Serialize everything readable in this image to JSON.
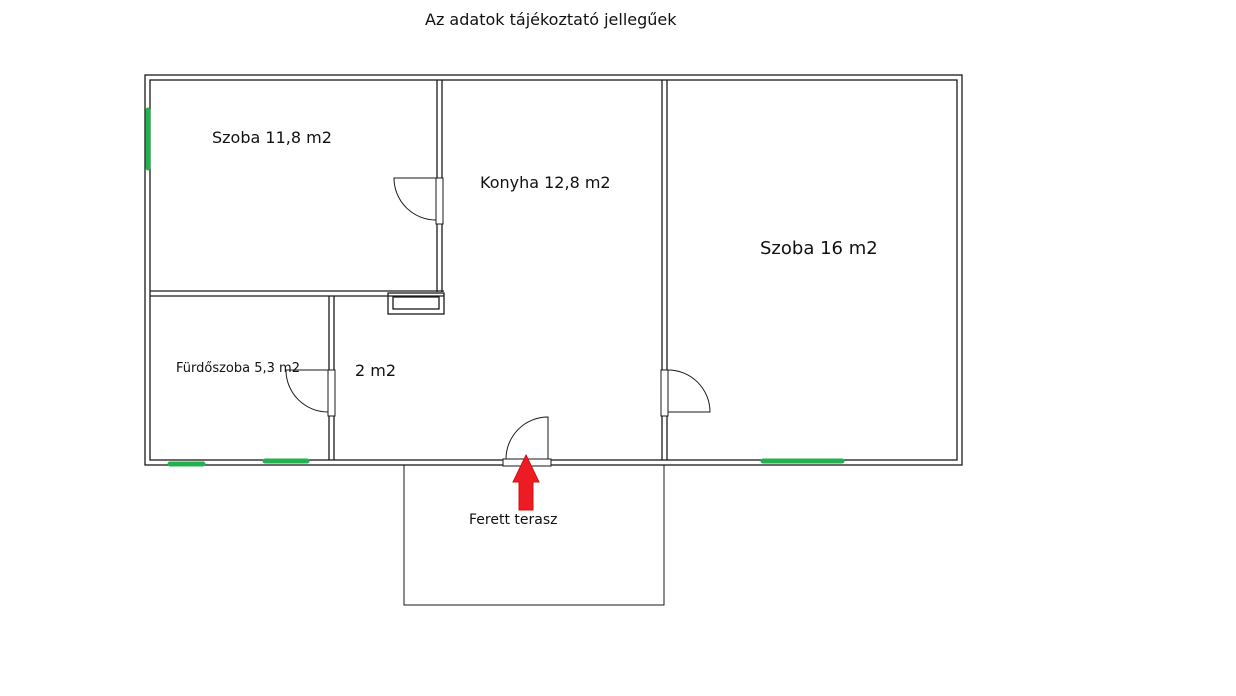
{
  "title": "Az adatok tájékoztató jellegűek",
  "rooms": {
    "szoba_small": "Szoba 11,8 m2",
    "konyha": "Konyha 12,8 m2",
    "szoba_large": "Szoba 16 m2",
    "furdoszoba": "Fürdőszoba 5,3 m2",
    "small_room": "2 m2",
    "terasz": "Ferett terasz"
  },
  "colors": {
    "wall": "#1a1a1a",
    "window": "#22b14c",
    "entrance_arrow": "#ed1c24",
    "background": "#ffffff"
  },
  "icons": {
    "entrance": "entrance-arrow-icon",
    "window": "window-icon",
    "door": "door-swing-icon"
  }
}
